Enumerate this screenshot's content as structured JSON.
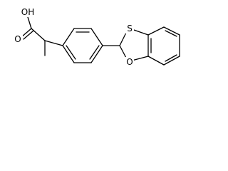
{
  "molecule": {
    "atoms": {
      "hydroxyl": "OH",
      "carbonyl_oxygen": "O",
      "sulfur": "S",
      "ring_oxygen": "O"
    }
  }
}
